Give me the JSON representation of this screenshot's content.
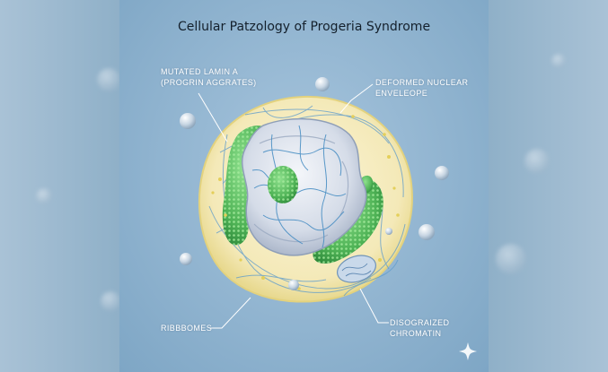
{
  "title": "Cellular Patzology of Progeria Syndrome",
  "labels": {
    "mutated_lamin_line1": "MUTATED LAMIN A",
    "mutated_lamin_line2": "(PROGRIN AGGRATES)",
    "deformed_envelope_line1": "DEFORMED NUCLEAR",
    "deformed_envelope_line2": "ENVELEOPE",
    "ribosomes": "RIBBBOMES",
    "chromatin_line1": "DISOGRAIZED",
    "chromatin_line2": "CHROMATIN"
  },
  "colors": {
    "background": "#7ea6c5",
    "cytoplasm": "#f5ecc0",
    "nucleus": "#dfe5ee",
    "progerin": "#55b85a",
    "filaments": "#4a8fc4",
    "label_text": "#ffffff"
  },
  "icons": [
    "sparkle-icon"
  ]
}
